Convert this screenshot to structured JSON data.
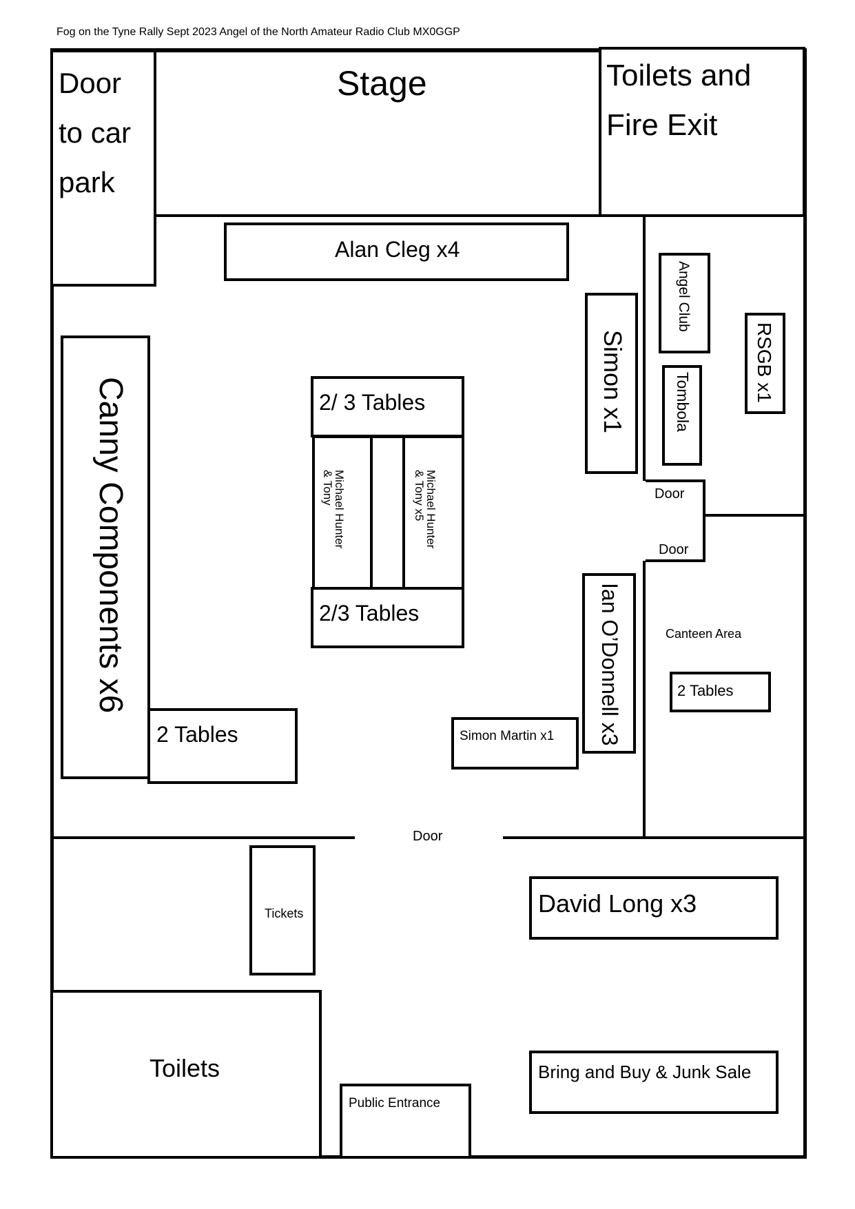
{
  "title": "Fog on the Tyne Rally Sept 2023 Angel of the North Amateur Radio Club MX0GGP",
  "rooms": {
    "door_car_park": [
      "Door",
      "to car",
      "park"
    ],
    "stage": "Stage",
    "toilets_fire_exit": [
      "Toilets and",
      "Fire Exit"
    ],
    "toilets": "Toilets",
    "canteen_area": "Canteen Area"
  },
  "doors": {
    "top": "Door",
    "bottom": "Door",
    "main": "Door"
  },
  "stalls": {
    "alan_cleg": "Alan Cleg x4",
    "canny_components": "Canny Components x6",
    "two_tables_left": "2 Tables",
    "tables_top": "2/ 3 Tables",
    "tables_bottom": "2/3 Tables",
    "michael_hunter_left": [
      "Michael Hunter",
      "& Tony"
    ],
    "michael_hunter_right": [
      "Michael Hunter",
      "& Tony x5"
    ],
    "simon": "Simon x1",
    "ian_odonnell": "Ian O’Donnell x3",
    "simon_martin": "Simon Martin x1",
    "angel_club": "Angel Club",
    "tombola": "Tombola",
    "rsgb": "RSGB x1",
    "canteen_tables": "2 Tables",
    "tickets": "Tickets",
    "david_long": "David Long x3",
    "bring_and_buy": "Bring and Buy & Junk Sale",
    "public_entrance": "Public Entrance"
  }
}
